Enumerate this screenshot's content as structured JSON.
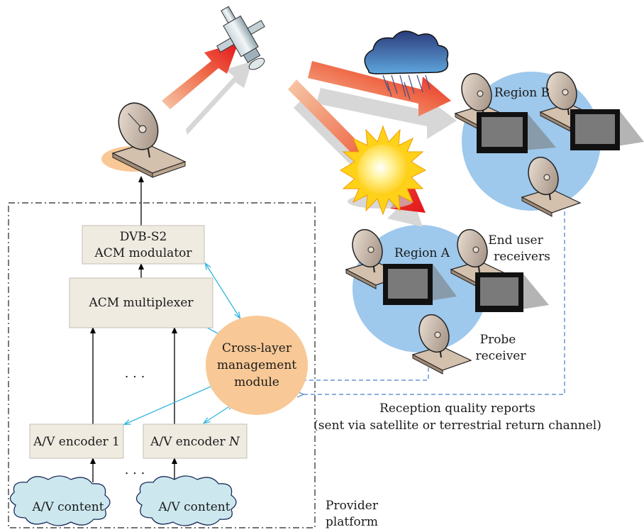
{
  "blocks": {
    "modulator_line1": "DVB-S2",
    "modulator_line2": "ACM modulator",
    "multiplexer": "ACM multiplexer",
    "encoder1": "A/V encoder 1",
    "encoderN_prefix": "A/V encoder ",
    "encoderN_suffix": "N",
    "content1": "A/V content",
    "content2": "A/V content",
    "ellipsis_top": ". . .",
    "ellipsis_bottom": ". . ."
  },
  "management": {
    "line1": "Cross-layer",
    "line2": "management",
    "line3": "module"
  },
  "regions": {
    "region_a": "Region A",
    "region_b": "Region B",
    "end_user_line1": "End user",
    "end_user_line2": "receivers",
    "probe_line1": "Probe",
    "probe_line2": "receiver"
  },
  "reports": {
    "line1": "Reception quality reports",
    "line2": "(sent via satellite or terrestrial return channel)"
  },
  "provider": {
    "line1": "Provider",
    "line2": "platform"
  },
  "colors": {
    "block_fill": "#efebe1",
    "management_fill": "#f8c896",
    "region_fill": "#9ec8ec",
    "cloud_fill": "#cce8ee",
    "feedback_arrow": "#33b5e0",
    "beam_red": "#e8161c",
    "sun_yellow": "#ffd21a"
  }
}
